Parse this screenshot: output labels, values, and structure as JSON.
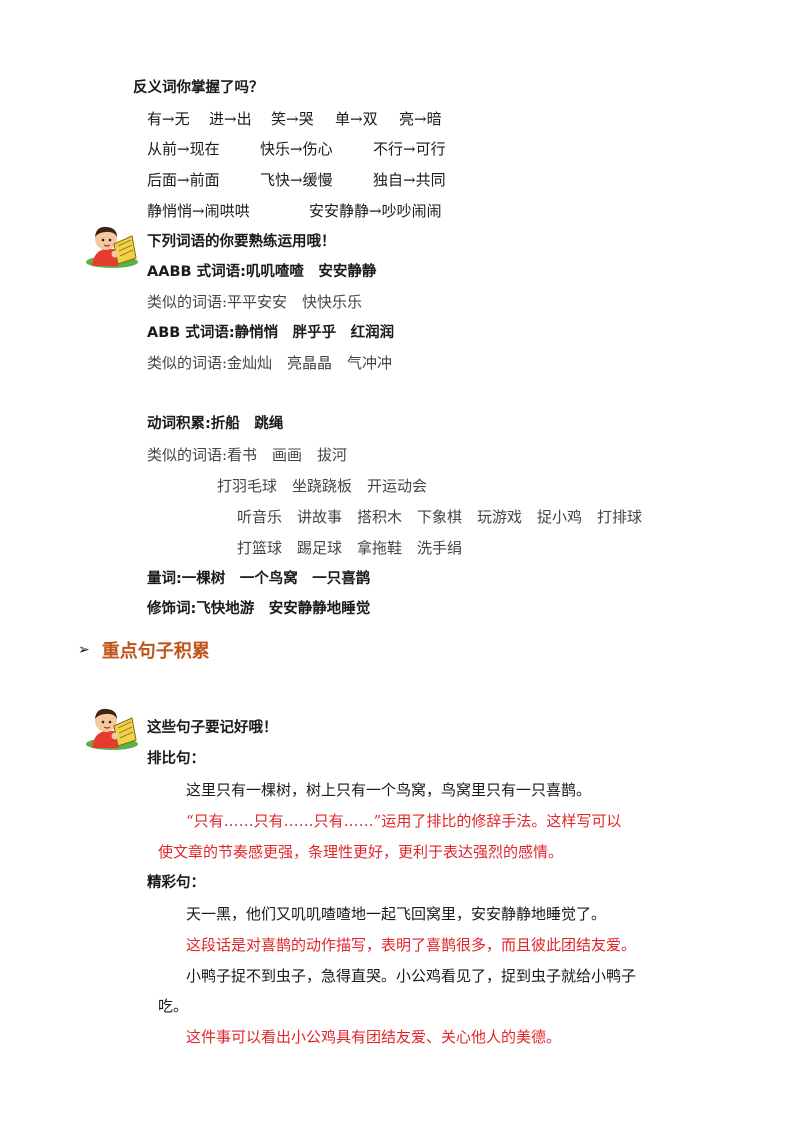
{
  "antonyms": {
    "title": "反义词你掌握了吗？",
    "row1": [
      "有→无",
      "进→出",
      "笑→哭",
      "单→双",
      "亮→暗"
    ],
    "row2": [
      "从前→现在",
      "快乐→伤心",
      "不行→可行"
    ],
    "row3": [
      "后面→前面",
      "飞快→缓慢",
      "独自→共同"
    ],
    "row4": [
      "静悄悄→闹哄哄",
      "安安静静→吵吵闹闹"
    ]
  },
  "words": {
    "title": "下列词语的你要熟练运用哦！",
    "aabb": "AABB 式词语:叽叽喳喳　安安静静",
    "aabb_similar": "类似的词语:平平安安　快快乐乐",
    "abb": "ABB 式词语:静悄悄　胖乎乎　红润润",
    "abb_similar": "类似的词语:金灿灿　亮晶晶　气冲冲",
    "verbs": "动词积累:折船　跳绳",
    "verbs_similar_1": "类似的词语:看书　画画　拔河",
    "verbs_similar_2": "打羽毛球　坐跷跷板　开运动会",
    "verbs_similar_3": "听音乐　讲故事　搭积木　下象棋　玩游戏　捉小鸡　打排球",
    "verbs_similar_4": "打篮球　踢足球　拿拖鞋　洗手绢",
    "measure": "量词:一棵树　一个鸟窝　一只喜鹊",
    "modifier": "修饰词:飞快地游　安安静静地睡觉"
  },
  "section": {
    "arrow": "➢",
    "title": "重点句子积累"
  },
  "sentences": {
    "title": "这些句子要记好哦！",
    "parallel_label": "排比句：",
    "parallel_text": "这里只有一棵树，树上只有一个鸟窝，鸟窝里只有一只喜鹊。",
    "parallel_note_1": "“只有……只有……只有……”运用了排比的修辞手法。这样写可以",
    "parallel_note_2": "使文章的节奏感更强，条理性更好，更利于表达强烈的感情。",
    "wonderful_label": "精彩句：",
    "wonderful_text": "天一黑，他们又叽叽喳喳地一起飞回窝里，安安静静地睡觉了。",
    "wonderful_note": "这段话是对喜鹊的动作描写，表明了喜鹊很多，而且彼此团结友爱。",
    "story_1": "小鸭子捉不到虫子，急得直哭。小公鸡看见了，捉到虫子就给小鸭子",
    "story_2": "吃。",
    "story_note": "这件事可以看出小公鸡具有团结友爱、关心他人的美德。"
  },
  "colors": {
    "accent_red": "#e0262b",
    "heading_orange": "#c0531a"
  }
}
